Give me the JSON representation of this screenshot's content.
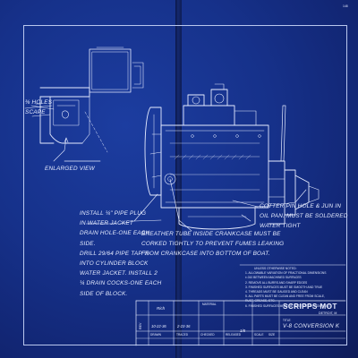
{
  "colors": {
    "paper": "#1a3a9c",
    "paper_dark": "#0c1a57",
    "line": "#e6ecff"
  },
  "page_number": "148",
  "callouts": {
    "holes_line1": "⅜ HOLES",
    "holes_line2": "SCAPE",
    "enlarged_view": "ENLARGED VIEW",
    "pipe_plug": [
      "INSTALL ¼\" PIPE PLUG",
      "IN WATER JACKET",
      "DRAIN HOLE-ONE EACH",
      "SIDE.",
      "DRILL 29/64 PIPE TAP ¼-",
      "INTO CYLINDER BLOCK",
      "WATER JACKET. INSTALL 2",
      "¼ DRAIN COCKS-ONE EACH",
      "SIDE OF BLOCK."
    ],
    "breather": [
      "BREATHER TUBE INSIDE CRANKCASE MUST BE",
      "CORKED TIGHTLY TO PREVENT FUMES LEAKING",
      "FROM CRANKCASE INTO BOTTOM OF BOAT."
    ],
    "cotter": [
      "COTTER PIN HOLE & JUN IN",
      "OIL PAN. MUST BE SOLDERED",
      "WATER TIGHT"
    ]
  },
  "standard_notes": {
    "heading": "UNLESS OTHERWISE NOTED:",
    "items": [
      "1. ALLOWABLE VARIATION OF FRACTIONAL DIMENSIONS",
      "   ±.010 BETWEEN MACHINED SURFACES",
      "2. REMOVE ALL BURRS AND SHARP EDGES",
      "3. FINISHED SURFACES MUST BE SMOOTH AND TRUE",
      "4. THREADS MUST BE GAUGED AND CLEAN",
      "5. ALL PARTS MUST BE CLEAN AND FREE FROM SCALE,",
      "   RUST, GREASE, ETC.",
      "6. FINISHED SURFACES MUST BE PROTECTED FROM RUST."
    ]
  },
  "title_block": {
    "company": "SCRIPPS MOT",
    "location": "DETROIT, M",
    "title_label": "TITLE",
    "title": "V-8   CONVERSION K",
    "material_label": "MATERIAL",
    "material_value": "",
    "scale_label": "SCALE",
    "scale_value": "1/8",
    "size_label": "SIZE",
    "col_drawn": "DRAWN",
    "col_traced": "TRACED",
    "col_checked": "CHECKED",
    "col_released": "RELEASED",
    "drawn_date": "10-22-36",
    "drawn_by": "Rich",
    "traced_date": "2-23-36",
    "traced_by": "",
    "checked_by": "",
    "released_by": "",
    "side_label": "REV"
  }
}
